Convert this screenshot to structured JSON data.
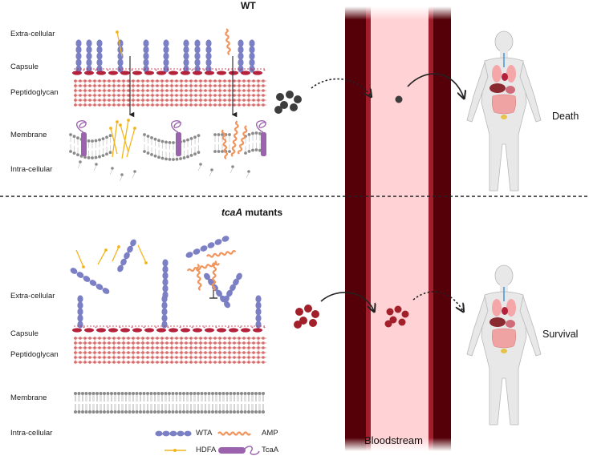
{
  "colors": {
    "wta": "#7b7fc4",
    "hdfa": "#f2b51d",
    "amp": "#f0955d",
    "tcaa": "#9b63ad",
    "capsule": "#b3223a",
    "peptidoglycan": "#d66b6b",
    "membrane": "#8a8a8a",
    "vessel_dark": "#550008",
    "vessel_mid": "#a21d2c",
    "vessel_light": "#ffd3d6",
    "bacteria_wt": "#3d3d3d",
    "bacteria_mutant": "#a2202a"
  },
  "top_panel": {
    "title": "WT",
    "labels": {
      "extracellular": "Extra-cellular",
      "capsule": "Capsule",
      "peptidoglycan": "Peptidoglycan",
      "membrane": "Membrane",
      "intracellular": "Intra-cellular"
    },
    "outcome": "Death"
  },
  "bottom_panel": {
    "title_italic": "tcaA",
    "title_rest": " mutants",
    "labels": {
      "extracellular": "Extra-cellular",
      "capsule": "Capsule",
      "peptidoglycan": "Peptidoglycan",
      "membrane": "Membrane",
      "intracellular": "Intra-cellular"
    },
    "outcome": "Survival"
  },
  "bloodstream_label": "Bloodstream",
  "legend": {
    "wta": "WTA",
    "amp": "AMP",
    "hdfa": "HDFA",
    "tcaa": "TcaA"
  }
}
